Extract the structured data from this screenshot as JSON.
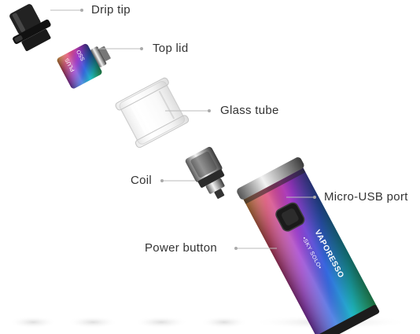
{
  "labels": {
    "drip_tip": "Drip tip",
    "top_lid": "Top lid",
    "glass_tube": "Glass tube",
    "coil": "Coil",
    "micro_usb_port": "Micro-USB port",
    "power_button": "Power button"
  },
  "device_text": {
    "brand": "VAPORESSO",
    "model": "•SKY SOLO•",
    "lid_marks": [
      "PLUS",
      "SSO"
    ]
  },
  "colors": {
    "label_text": "#333333",
    "leader_line": "#bbbbbb",
    "leader_dot": "#aaaaaa",
    "metal_dark": "#1c1c1c",
    "rainbow": [
      "#f1b13c",
      "#e2476f",
      "#9f3bd0",
      "#3569e0",
      "#20c0c6",
      "#3ad36a"
    ]
  },
  "icons": [
    "drip-tip-icon",
    "top-lid-icon",
    "glass-tube-icon",
    "coil-icon",
    "battery-body-icon",
    "power-button-icon"
  ]
}
